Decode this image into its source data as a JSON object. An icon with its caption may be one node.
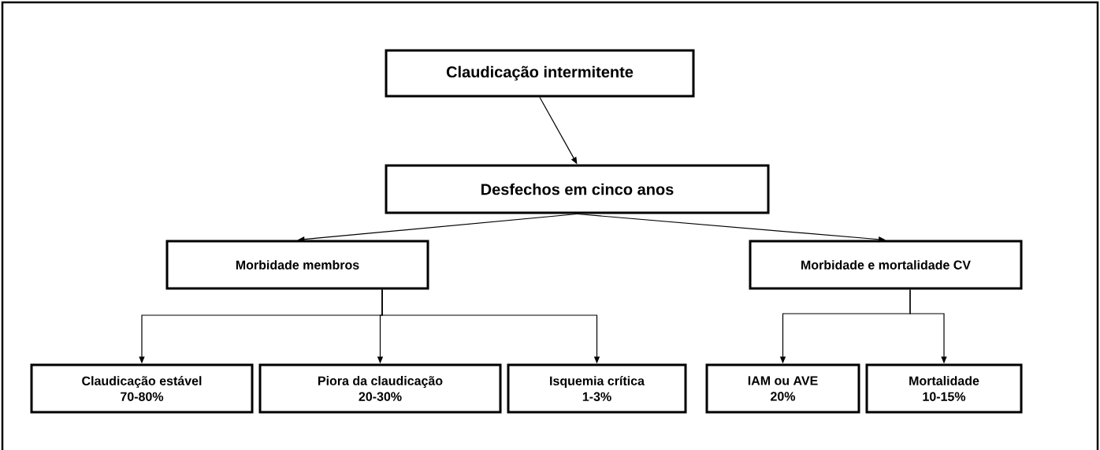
{
  "diagram": {
    "nodes": [
      {
        "text": [
          "Claudicação intermitente"
        ]
      },
      {
        "text": [
          "Desfechos em cinco anos"
        ]
      },
      {
        "text": [
          "Morbidade membros"
        ]
      },
      {
        "text": [
          "Morbidade e mortalidade CV"
        ]
      },
      {
        "text": [
          "Claudicação estável",
          "70-80%"
        ]
      },
      {
        "text": [
          "Piora da claudicação",
          "20-30%"
        ]
      },
      {
        "text": [
          "Isquemia crítica",
          "1-3%"
        ]
      },
      {
        "text": [
          "IAM ou AVE",
          "20%"
        ]
      },
      {
        "text": [
          "Mortalidade",
          "10-15%"
        ]
      }
    ],
    "edges": [
      {
        "from": 0,
        "to": 1,
        "arrow": "to"
      },
      {
        "from": 1,
        "to": 2,
        "arrow": "to"
      },
      {
        "from": 1,
        "to": 3,
        "arrow": "to"
      },
      {
        "from": 2,
        "to": 4,
        "arrow": "to"
      },
      {
        "from": 2,
        "to": 5,
        "arrow": "to"
      },
      {
        "from": 2,
        "to": 6,
        "arrow": "to"
      },
      {
        "from": 3,
        "to": 7,
        "arrow": "to"
      },
      {
        "from": 3,
        "to": 8,
        "arrow": "to"
      }
    ]
  }
}
